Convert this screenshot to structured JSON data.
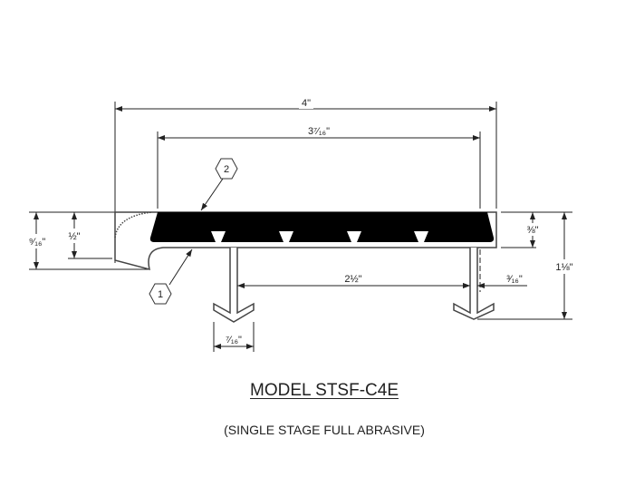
{
  "dimensions": {
    "overall_width": "4\"",
    "tread_width": "3⁷⁄₁₆\"",
    "nose_height": "⁹⁄₁₆\"",
    "nose_inner_height": "½\"",
    "tread_thickness": "⅜\"",
    "overall_height": "1⅛\"",
    "leg_spacing": "2½\"",
    "leg_offset": "³⁄₁₆\"",
    "foot_width": "⁷⁄₁₆\""
  },
  "callouts": [
    "1",
    "2"
  ],
  "title": "MODEL STSF-C4E",
  "subtitle": "(SINGLE STAGE FULL ABRASIVE)"
}
